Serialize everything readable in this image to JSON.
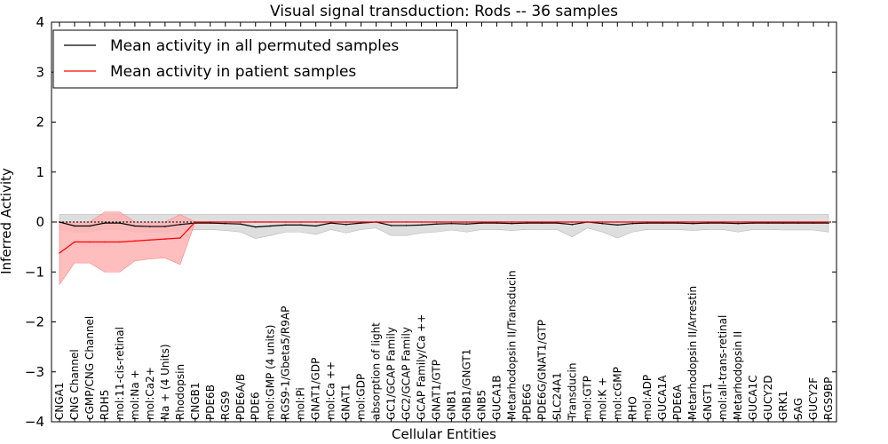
{
  "chart_data": {
    "type": "line",
    "title": "Visual signal transduction: Rods -- 36 samples",
    "xlabel": "Cellular Entities",
    "ylabel": "Inferred Activity",
    "ylim": [
      -4,
      4
    ],
    "yticks": [
      -4,
      -3,
      -2,
      -1,
      0,
      1,
      2,
      3,
      4
    ],
    "grid": false,
    "legend_position": "top-left",
    "reference_line": 0,
    "categories": [
      "CNGA1",
      "CNG Channel",
      "cGMP/CNG Channel",
      "RDH5",
      "mol:11-cis-retinal",
      "mol:Na +",
      "mol:Ca2+",
      "Na + (4 Units)",
      "Rhodopsin",
      "CNGB1",
      "PDE6B",
      "RGS9",
      "PDE6A/B",
      "PDE6",
      "mol:GMP (4 units)",
      "RGS9-1/Gbeta5/R9AP",
      "mol:Pi",
      "GNAT1/GDP",
      "mol:Ca ++",
      "GNAT1",
      "mol:GDP",
      "absorption of light",
      "GC1/GCAP Family",
      "GC2/GCAP Family",
      "GCAP Family/Ca ++",
      "GNAT1/GTP",
      "GNB1",
      "GNB1/GNGT1",
      "GNB5",
      "GUCA1B",
      "Metarhodopsin II/Transducin",
      "PDE6G",
      "PDE6G/GNAT1/GTP",
      "SLC24A1",
      "Transducin",
      "mol:GTP",
      "mol:K +",
      "mol:cGMP",
      "RHO",
      "mol:ADP",
      "GUCA1A",
      "PDE6A",
      "Metarhodopsin II/Arrestin",
      "GNGT1",
      "mol:all-trans-retinal",
      "Metarhodopsin II",
      "GUCA1C",
      "GUCY2D",
      "GRK1",
      "SAG",
      "GUCY2F",
      "RGS9BP"
    ],
    "series": [
      {
        "name": "Mean activity in all permuted samples",
        "color": "#000000",
        "band_color": "#d3d3d3",
        "values": [
          0.0,
          -0.08,
          -0.08,
          -0.02,
          -0.02,
          -0.08,
          -0.09,
          -0.09,
          -0.05,
          -0.02,
          -0.02,
          -0.03,
          -0.04,
          -0.1,
          -0.08,
          -0.06,
          -0.06,
          -0.08,
          -0.02,
          -0.05,
          -0.02,
          0.0,
          -0.07,
          -0.07,
          -0.06,
          -0.04,
          -0.03,
          -0.04,
          -0.02,
          -0.02,
          -0.03,
          -0.02,
          -0.02,
          -0.02,
          -0.05,
          0.0,
          -0.03,
          -0.06,
          -0.03,
          -0.02,
          -0.02,
          -0.02,
          -0.03,
          -0.02,
          -0.02,
          -0.03,
          -0.02,
          -0.02,
          -0.02,
          -0.02,
          -0.02,
          -0.02
        ],
        "band_upper": [
          0.15,
          0.15,
          0.15,
          0.15,
          0.15,
          0.15,
          0.15,
          0.15,
          0.15,
          0.15,
          0.15,
          0.15,
          0.15,
          0.15,
          0.15,
          0.15,
          0.15,
          0.15,
          0.15,
          0.15,
          0.15,
          0.15,
          0.15,
          0.15,
          0.15,
          0.15,
          0.15,
          0.15,
          0.15,
          0.15,
          0.15,
          0.15,
          0.15,
          0.15,
          0.15,
          0.15,
          0.15,
          0.15,
          0.15,
          0.15,
          0.15,
          0.15,
          0.15,
          0.15,
          0.15,
          0.15,
          0.15,
          0.15,
          0.15,
          0.15,
          0.15,
          0.15
        ],
        "band_lower": [
          -0.15,
          -0.2,
          -0.2,
          -0.15,
          -0.15,
          -0.2,
          -0.2,
          -0.2,
          -0.18,
          -0.15,
          -0.15,
          -0.17,
          -0.2,
          -0.33,
          -0.27,
          -0.2,
          -0.2,
          -0.25,
          -0.15,
          -0.22,
          -0.15,
          -0.12,
          -0.27,
          -0.27,
          -0.22,
          -0.2,
          -0.16,
          -0.2,
          -0.15,
          -0.15,
          -0.17,
          -0.15,
          -0.15,
          -0.15,
          -0.3,
          -0.12,
          -0.2,
          -0.32,
          -0.2,
          -0.15,
          -0.15,
          -0.15,
          -0.17,
          -0.15,
          -0.15,
          -0.2,
          -0.15,
          -0.15,
          -0.16,
          -0.16,
          -0.16,
          -0.2
        ]
      },
      {
        "name": "Mean activity in patient samples",
        "color": "#ff0000",
        "band_color": "#ffb3b3",
        "values": [
          -0.62,
          -0.4,
          -0.4,
          -0.4,
          -0.4,
          -0.38,
          -0.36,
          -0.34,
          -0.32,
          0.0,
          0.0,
          0.0,
          0.0,
          0.0,
          0.0,
          0.0,
          0.0,
          0.0,
          0.0,
          0.0,
          0.0,
          0.0,
          0.0,
          0.0,
          0.0,
          0.0,
          0.0,
          0.0,
          0.0,
          0.0,
          0.0,
          0.0,
          0.0,
          0.0,
          0.0,
          0.0,
          0.0,
          0.0,
          0.0,
          0.0,
          0.0,
          0.0,
          0.0,
          0.0,
          0.0,
          0.0,
          0.0,
          0.0,
          0.0,
          0.0,
          0.0,
          0.0
        ],
        "band_upper": [
          0.0,
          0.0,
          0.0,
          0.2,
          0.2,
          0.0,
          0.0,
          0.0,
          0.15,
          0.0,
          0.0,
          0.0,
          0.0,
          0.0,
          0.0,
          0.0,
          0.0,
          0.0,
          0.0,
          0.0,
          0.0,
          0.0,
          0.0,
          0.0,
          0.0,
          0.0,
          0.0,
          0.0,
          0.0,
          0.0,
          0.0,
          0.0,
          0.0,
          0.0,
          0.0,
          0.0,
          0.0,
          0.0,
          0.0,
          0.0,
          0.0,
          0.0,
          0.0,
          0.0,
          0.0,
          0.0,
          0.0,
          0.0,
          0.0,
          0.0,
          0.0,
          0.0
        ],
        "band_lower": [
          -1.25,
          -0.82,
          -0.82,
          -1.0,
          -1.0,
          -0.78,
          -0.74,
          -0.72,
          -0.85,
          0.0,
          0.0,
          0.0,
          0.0,
          0.0,
          0.0,
          0.0,
          0.0,
          0.0,
          0.0,
          0.0,
          0.0,
          0.0,
          0.0,
          0.0,
          0.0,
          0.0,
          0.0,
          0.0,
          0.0,
          0.0,
          0.0,
          0.0,
          0.0,
          0.0,
          0.0,
          0.0,
          0.0,
          0.0,
          0.0,
          0.0,
          0.0,
          0.0,
          0.0,
          0.0,
          0.0,
          0.0,
          0.0,
          0.0,
          0.0,
          0.0,
          0.0,
          0.0
        ]
      }
    ]
  }
}
